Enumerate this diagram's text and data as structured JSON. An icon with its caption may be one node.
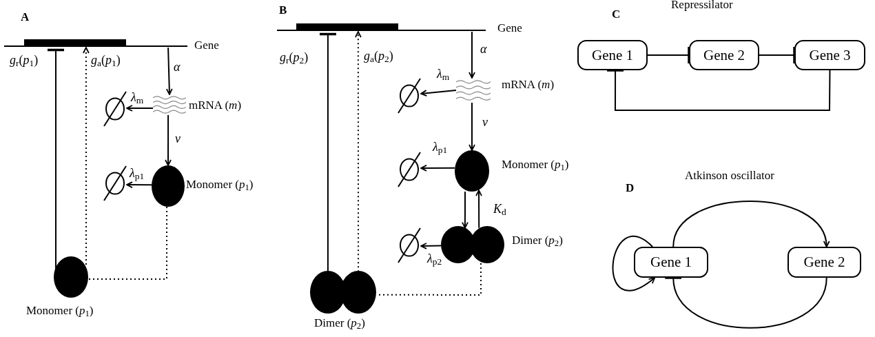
{
  "diagram": {
    "nodes": [
      {
        "text": [],
        "shape": "bar",
        "beside": [
          "Gene"
        ]
      },
      {
        "text": [],
        "shape": "wave",
        "beside": [
          "mRNA (*m*)"
        ]
      },
      {
        "text": [],
        "shape": "circle"
      },
      {
        "text": [],
        "shape": "ellipse",
        "beside": [
          "Monomer (*p*$_{1}$)"
        ]
      },
      {
        "text": [],
        "shape": "circle"
      },
      {
        "text": [],
        "shape": "ellipse",
        "beside": [
          "Monomer (*p*$_{1}$)"
        ]
      },
      {
        "text": [],
        "shape": "bar",
        "beside": [
          "Gene"
        ]
      },
      {
        "text": [],
        "shape": "wave",
        "beside": [
          "mRNA (*m*)"
        ]
      },
      {
        "text": [],
        "shape": "circle"
      },
      {
        "text": [],
        "shape": "ellipse",
        "beside": [
          "Monomer (*p*$_{1}$)"
        ]
      },
      {
        "text": [],
        "shape": "circle"
      },
      {
        "text": [],
        "shape": "dimer",
        "beside": [
          "Dimer (*p*$_{2}$)"
        ]
      },
      {
        "text": [],
        "shape": "circle"
      },
      {
        "text": [],
        "shape": "dimer",
        "beside": [
          "Dimer (*p*$_{2}$)"
        ]
      },
      {
        "text": [
          "Gene 1"
        ]
      },
      {
        "text": [
          "Gene 2"
        ]
      },
      {
        "text": [
          "Gene 3"
        ]
      },
      {
        "text": [
          "Gene 1"
        ]
      },
      {
        "text": [
          "Gene 2"
        ]
      }
    ],
    "edges": [
      {
        "from": 0,
        "to": 1,
        "arrow": "to",
        "label": "*α*"
      },
      {
        "from": 1,
        "to": 2,
        "arrow": "to",
        "label": "*λ*$_{m}$"
      },
      {
        "from": 1,
        "to": 3,
        "arrow": "to",
        "label": "*ν*"
      },
      {
        "from": 3,
        "to": 4,
        "arrow": "to",
        "label": "*λ*$_{p1}$"
      },
      {
        "from": 3,
        "to": 5,
        "arrow": "none",
        "style": "dashed"
      },
      {
        "from": 5,
        "to": 0,
        "arrow": "other",
        "label": "*g*$_{r}$(*p*$_{1}$)"
      },
      {
        "from": 5,
        "to": 0,
        "arrow": "to",
        "style": "dashed",
        "label": "*g*$_{a}$(*p*$_{1}$)"
      },
      {
        "from": 6,
        "to": 7,
        "arrow": "to",
        "label": "*α*"
      },
      {
        "from": 7,
        "to": 8,
        "arrow": "to",
        "label": "*λ*$_{m}$"
      },
      {
        "from": 7,
        "to": 9,
        "arrow": "to",
        "label": "*ν*"
      },
      {
        "from": 9,
        "to": 10,
        "arrow": "to",
        "label": "*λ*$_{p1}$"
      },
      {
        "from": 9,
        "to": 11,
        "arrow": "to"
      },
      {
        "from": 11,
        "to": 9,
        "arrow": "to",
        "label": "*K*$_{d}$"
      },
      {
        "from": 11,
        "to": 12,
        "arrow": "to",
        "label": "*λ*$_{p2}$"
      },
      {
        "from": 11,
        "to": 13,
        "arrow": "none",
        "style": "dashed"
      },
      {
        "from": 13,
        "to": 6,
        "arrow": "other",
        "label": "*g*$_{r}$(*p*$_{2}$)"
      },
      {
        "from": 13,
        "to": 6,
        "arrow": "to",
        "style": "dashed",
        "label": "*g*$_{a}$(*p*$_{2}$)"
      },
      {
        "from": 14,
        "to": 15,
        "arrow": "other"
      },
      {
        "from": 15,
        "to": 16,
        "arrow": "other"
      },
      {
        "from": 16,
        "to": 14,
        "arrow": "other"
      },
      {
        "from": 17,
        "to": 17,
        "arrow": "to"
      },
      {
        "from": 17,
        "to": 18,
        "arrow": "to"
      },
      {
        "from": 18,
        "to": 17,
        "arrow": "other"
      }
    ],
    "labels": [
      "A",
      "B",
      "Repressilator",
      "C",
      "Atkinson oscillator",
      "D"
    ]
  }
}
